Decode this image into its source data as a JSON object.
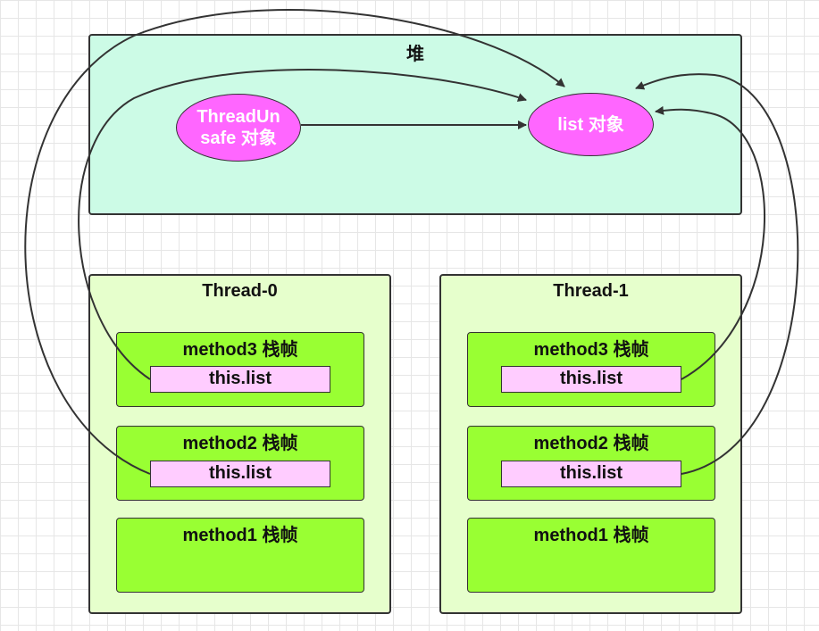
{
  "heap": {
    "title": "堆"
  },
  "objects": {
    "threadunsafe_line1": "ThreadUn",
    "threadunsafe_line2": "safe 对象",
    "list": "list 对象"
  },
  "threads": [
    {
      "title": "Thread-0",
      "frames": [
        {
          "label": "method3 栈帧",
          "var": "this.list"
        },
        {
          "label": "method2 栈帧",
          "var": "this.list"
        },
        {
          "label": "method1 栈帧"
        }
      ]
    },
    {
      "title": "Thread-1",
      "frames": [
        {
          "label": "method3 栈帧",
          "var": "this.list"
        },
        {
          "label": "method2 栈帧",
          "var": "this.list"
        },
        {
          "label": "method1 栈帧"
        }
      ]
    }
  ],
  "colors": {
    "heap": "#ccfbe6",
    "thread": "#e6ffcc",
    "frame": "#99ff33",
    "variable": "#ffccff",
    "object": "#ff66ff",
    "line": "#333333"
  }
}
